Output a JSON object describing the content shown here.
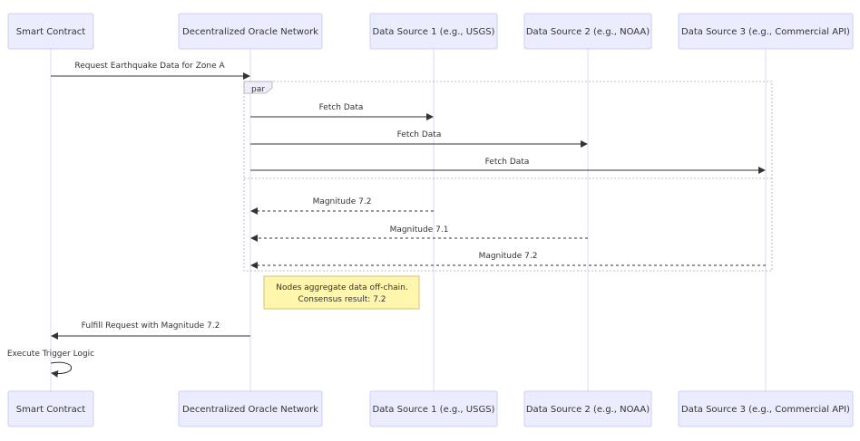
{
  "actors": [
    {
      "id": "sc",
      "label": "Smart Contract"
    },
    {
      "id": "don",
      "label": "Decentralized Oracle Network"
    },
    {
      "id": "ds1",
      "label": "Data Source 1 (e.g., USGS)"
    },
    {
      "id": "ds2",
      "label": "Data Source 2 (e.g., NOAA)"
    },
    {
      "id": "ds3",
      "label": "Data Source 3 (e.g., Commercial API)"
    }
  ],
  "messages": [
    {
      "from": "sc",
      "to": "don",
      "label": "Request Earthquake Data for Zone A",
      "style": "solid"
    },
    {
      "from": "don",
      "to": "ds1",
      "label": "Fetch Data",
      "style": "solid"
    },
    {
      "from": "don",
      "to": "ds2",
      "label": "Fetch Data",
      "style": "solid"
    },
    {
      "from": "don",
      "to": "ds3",
      "label": "Fetch Data",
      "style": "solid"
    },
    {
      "from": "ds1",
      "to": "don",
      "label": "Magnitude 7.2",
      "style": "dashed"
    },
    {
      "from": "ds2",
      "to": "don",
      "label": "Magnitude 7.1",
      "style": "dashed"
    },
    {
      "from": "ds3",
      "to": "don",
      "label": "Magnitude 7.2",
      "style": "dashed"
    },
    {
      "from": "don",
      "to": "sc",
      "label": "Fulfill Request with Magnitude 7.2",
      "style": "solid"
    },
    {
      "from": "sc",
      "to": "sc",
      "label": "Execute Trigger Logic",
      "style": "solid"
    }
  ],
  "fragment": {
    "label": "par"
  },
  "note": {
    "lines": [
      "Nodes aggregate data off-chain.",
      "Consensus result: 7.2"
    ]
  }
}
